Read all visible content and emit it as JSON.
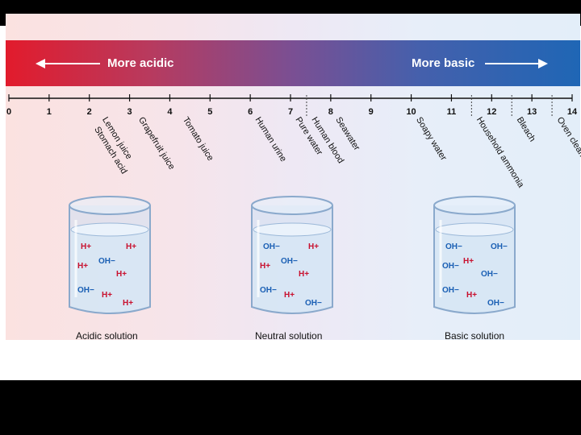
{
  "scale": {
    "acidic_label": "More acidic",
    "basic_label": "More basic",
    "ticks": [
      "0",
      "1",
      "2",
      "3",
      "4",
      "5",
      "6",
      "7",
      "8",
      "9",
      "10",
      "11",
      "12",
      "13",
      "14"
    ]
  },
  "substances": [
    {
      "name": "Lemon juice",
      "ph": 2.2
    },
    {
      "name": "Stomach acid",
      "ph": 2.0
    },
    {
      "name": "Grapefruit juice",
      "ph": 3.1
    },
    {
      "name": "Tomato juice",
      "ph": 4.2
    },
    {
      "name": "Human urine",
      "ph": 6.0
    },
    {
      "name": "Pure water",
      "ph": 7.0
    },
    {
      "name": "Human blood",
      "ph": 7.4
    },
    {
      "name": "Seawater",
      "ph": 8.0
    },
    {
      "name": "Soapy water",
      "ph": 10.0
    },
    {
      "name": "Household ammonia",
      "ph": 11.5
    },
    {
      "name": "Bleach",
      "ph": 12.5
    },
    {
      "name": "Oven cleaner",
      "ph": 13.5
    }
  ],
  "beakers": [
    {
      "caption": "Acidic solution",
      "ions": [
        {
          "t": "H+",
          "c": "red"
        },
        {
          "t": "H+",
          "c": "red"
        },
        {
          "t": "OH−",
          "c": "blue"
        },
        {
          "t": "H+",
          "c": "red"
        },
        {
          "t": "H+",
          "c": "red"
        },
        {
          "t": "OH−",
          "c": "blue"
        },
        {
          "t": "H+",
          "c": "red"
        },
        {
          "t": "H+",
          "c": "red"
        }
      ]
    },
    {
      "caption": "Neutral solution",
      "ions": [
        {
          "t": "OH−",
          "c": "blue"
        },
        {
          "t": "H+",
          "c": "red"
        },
        {
          "t": "OH−",
          "c": "blue"
        },
        {
          "t": "H+",
          "c": "red"
        },
        {
          "t": "H+",
          "c": "red"
        },
        {
          "t": "OH−",
          "c": "blue"
        },
        {
          "t": "H+",
          "c": "red"
        },
        {
          "t": "OH−",
          "c": "blue"
        }
      ]
    },
    {
      "caption": "Basic solution",
      "ions": [
        {
          "t": "OH−",
          "c": "blue"
        },
        {
          "t": "OH−",
          "c": "blue"
        },
        {
          "t": "H+",
          "c": "red"
        },
        {
          "t": "OH−",
          "c": "blue"
        },
        {
          "t": "OH−",
          "c": "blue"
        },
        {
          "t": "OH−",
          "c": "blue"
        },
        {
          "t": "H+",
          "c": "red"
        },
        {
          "t": "OH−",
          "c": "blue"
        }
      ]
    }
  ],
  "colors": {
    "acid_red": "#e21b2c",
    "base_blue": "#1f66b5",
    "ion_red": "#c8102e",
    "ion_blue": "#1a5fb4"
  }
}
